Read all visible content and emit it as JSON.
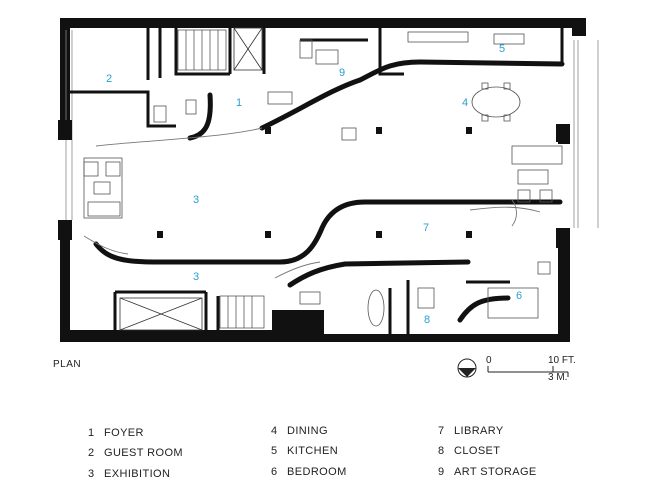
{
  "plan_label": "PLAN",
  "scale": {
    "zero": "0",
    "feet": "10 FT.",
    "meters": "3 M."
  },
  "room_numbers": [
    "1",
    "2",
    "3",
    "3",
    "4",
    "5",
    "6",
    "7",
    "8",
    "9"
  ],
  "legend": [
    {
      "num": "1",
      "label": "FOYER"
    },
    {
      "num": "2",
      "label": "GUEST ROOM"
    },
    {
      "num": "3",
      "label": "EXHIBITION"
    },
    {
      "num": "4",
      "label": "DINING"
    },
    {
      "num": "5",
      "label": "KITCHEN"
    },
    {
      "num": "6",
      "label": "BEDROOM"
    },
    {
      "num": "7",
      "label": "LIBRARY"
    },
    {
      "num": "8",
      "label": "CLOSET"
    },
    {
      "num": "9",
      "label": "ART STORAGE"
    }
  ],
  "colors": {
    "walls": "#111111",
    "room_numbers": "#2a9fd0",
    "fixtures": "#555555"
  }
}
